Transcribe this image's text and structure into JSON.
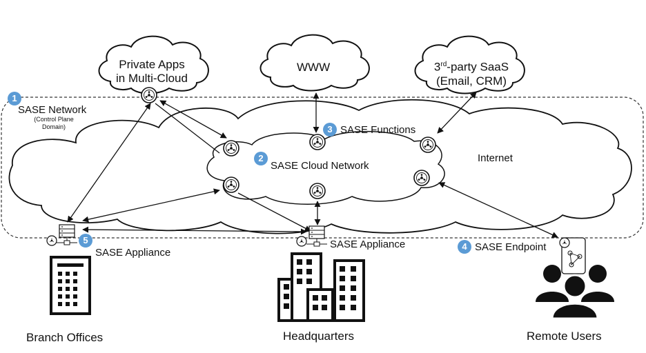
{
  "clouds": {
    "private_apps": [
      "Private Apps",
      "in Multi-Cloud"
    ],
    "www": "WWW",
    "saas_prefix": "3",
    "saas_sup": "rd",
    "saas_suffix": "-party SaaS",
    "saas_line2": "(Email, CRM)"
  },
  "network": {
    "sase_network": "SASE Network",
    "control_plane": [
      "(Control Plane",
      "Domain)"
    ],
    "sase_functions": "SASE Functions",
    "sase_cloud_network": "SASE Cloud Network",
    "internet": "Internet"
  },
  "badges": [
    "1",
    "2",
    "3",
    "4",
    "5"
  ],
  "nodes": {
    "appliance_branch": "SASE Appliance",
    "appliance_hq": "SASE Appliance",
    "endpoint": "SASE Endpoint"
  },
  "sites": {
    "branch": "Branch Offices",
    "hq": "Headquarters",
    "remote": "Remote Users"
  },
  "colors": {
    "badge": "#5b9bd5",
    "stroke": "#222222",
    "dashed": "#333333"
  }
}
